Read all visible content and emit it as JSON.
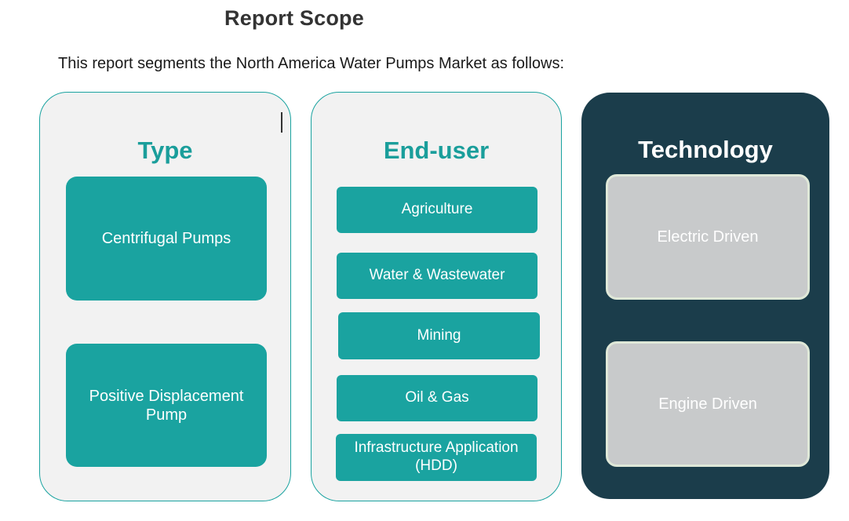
{
  "page": {
    "title": "Report Scope",
    "intro": "This report segments the North America Water Pumps Market as follows:"
  },
  "columns": {
    "type": {
      "heading": "Type",
      "items": [
        "Centrifugal Pumps",
        "Positive Displacement Pump"
      ]
    },
    "end_user": {
      "heading": "End-user",
      "items": [
        "Agriculture",
        "Water & Wastewater",
        "Mining",
        "Oil & Gas",
        "Infrastructure Application (HDD)"
      ]
    },
    "technology": {
      "heading": "Technology",
      "items": [
        "Electric Driven",
        "Engine Driven"
      ]
    }
  },
  "colors": {
    "teal": "#1aa3a0",
    "dark_panel": "#1b3d4b",
    "light_panel": "#f2f2f2",
    "grey_box": "#c8cacb"
  }
}
